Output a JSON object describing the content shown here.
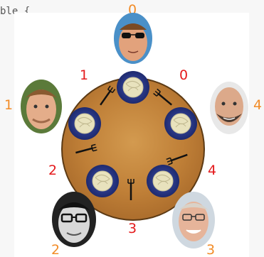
{
  "code_snippet": "ble {",
  "table_labels": [
    "0",
    "1",
    "2",
    "3",
    "4"
  ],
  "philosopher_labels": [
    "0",
    "1",
    "2",
    "3",
    "4"
  ],
  "colors": {
    "table_label": "#e41a1c",
    "philosopher_label": "#f28c28",
    "table_wood": "#b9772f",
    "plate": "#2b3a8c",
    "spaghetti": "#e8e2bd",
    "fork": "#111111"
  },
  "icons": [
    "philosopher-portrait",
    "spaghetti-plate",
    "fork-icon"
  ]
}
